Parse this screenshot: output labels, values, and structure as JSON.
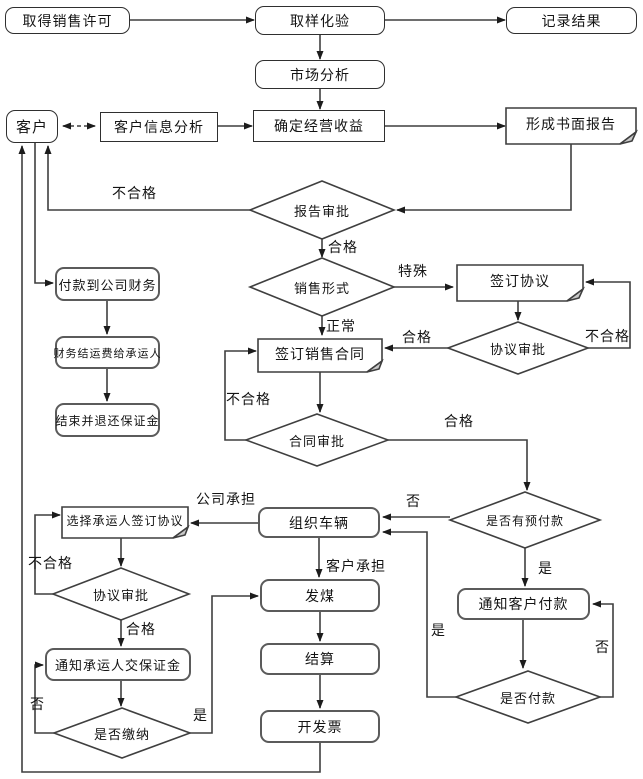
{
  "diagram": {
    "background": "#ffffff",
    "line_color": "#3f3f3f",
    "nodes": {
      "get_sales_permit": {
        "label": "取得销售许可",
        "shape": "rounded"
      },
      "sampling_test": {
        "label": "取样化验",
        "shape": "rounded"
      },
      "record_results": {
        "label": "记录结果",
        "shape": "rounded"
      },
      "market_analysis": {
        "label": "市场分析",
        "shape": "rounded"
      },
      "customer": {
        "label": "客户",
        "shape": "rounded"
      },
      "customer_info_analysis": {
        "label": "客户信息分析",
        "shape": "rect"
      },
      "determine_revenue": {
        "label": "确定经营收益",
        "shape": "rect"
      },
      "written_report": {
        "label": "形成书面报告",
        "shape": "document"
      },
      "report_approval": {
        "label": "报告审批",
        "shape": "diamond"
      },
      "sales_form": {
        "label": "销售形式",
        "shape": "diamond"
      },
      "payment_to_finance": {
        "label": "付款到公司财务",
        "shape": "rounded"
      },
      "finance_pay_freight": {
        "label": "财务结运费给承运人",
        "shape": "rounded"
      },
      "end_refund_deposit": {
        "label": "结束并退还保证金",
        "shape": "rounded"
      },
      "sign_agreement": {
        "label": "签订协议",
        "shape": "document"
      },
      "agreement_approval_1": {
        "label": "协议审批",
        "shape": "diamond"
      },
      "sign_sales_contract": {
        "label": "签订销售合同",
        "shape": "document"
      },
      "contract_approval": {
        "label": "合同审批",
        "shape": "diamond"
      },
      "has_prepayment": {
        "label": "是否有预付款",
        "shape": "diamond"
      },
      "choose_carrier_sign": {
        "label": "选择承运人签订协议",
        "shape": "document"
      },
      "organize_vehicles": {
        "label": "组织车辆",
        "shape": "rounded"
      },
      "agreement_approval_2": {
        "label": "协议审批",
        "shape": "diamond"
      },
      "send_coal": {
        "label": "发煤",
        "shape": "rounded"
      },
      "notify_customer_pay": {
        "label": "通知客户付款",
        "shape": "rounded"
      },
      "notify_carrier_deposit": {
        "label": "通知承运人交保证金",
        "shape": "rounded"
      },
      "deposit_paid_check": {
        "label": "是否缴纳",
        "shape": "diamond"
      },
      "settlement": {
        "label": "结算",
        "shape": "rounded"
      },
      "issue_invoice": {
        "label": "开发票",
        "shape": "rounded"
      },
      "payment_check": {
        "label": "是否付款",
        "shape": "diamond"
      }
    },
    "edge_labels": {
      "report_fail": "不合格",
      "report_pass": "合格",
      "sales_special": "特殊",
      "sales_normal": "正常",
      "agreement1_pass": "合格",
      "agreement1_fail": "不合格",
      "contract_fail": "不合格",
      "contract_pass": "合格",
      "prepay_no": "否",
      "prepay_yes": "是",
      "company_bears": "公司承担",
      "customer_bears": "客户承担",
      "agreement2_fail": "不合格",
      "agreement2_pass": "合格",
      "deposit_no": "否",
      "deposit_yes": "是",
      "payment_yes": "是",
      "payment_no": "否"
    }
  }
}
